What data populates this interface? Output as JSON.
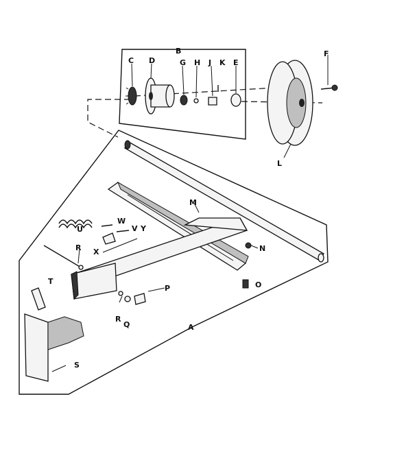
{
  "labels": {
    "A": "A",
    "B": "B",
    "C": "C",
    "D": "D",
    "E": "E",
    "F": "F",
    "G": "G",
    "H": "H",
    "J": "J",
    "K": "K",
    "L": "L",
    "M": "M",
    "N": "N",
    "O": "O",
    "P": "P",
    "Q": "Q",
    "R1": "R",
    "R2": "R",
    "S": "S",
    "T": "T",
    "U": "U",
    "V": "V",
    "W": "W",
    "X": "X",
    "Y": "Y"
  }
}
